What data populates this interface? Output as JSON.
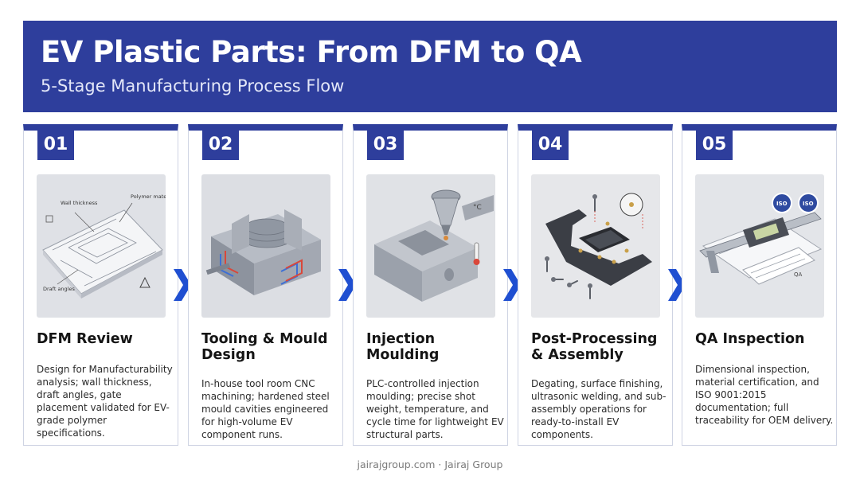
{
  "header": {
    "title": "EV Plastic Parts: From DFM to QA",
    "subtitle": "5-Stage Manufacturing Process Flow"
  },
  "colors": {
    "accent": "#2e3e9c",
    "chevron": "#1f4fd1",
    "card_border": "#cfd4e3"
  },
  "stages": [
    {
      "number": "01",
      "title": "DFM Review",
      "description": "Design for Manufacturability analysis; wall thickness, draft angles, gate placement validated for EV-grade polymer specifications.",
      "illustration": {
        "icon": "technical-drawing-icon",
        "labels": [
          "Wall thickness",
          "Polymer material",
          "Draft angles"
        ]
      }
    },
    {
      "number": "02",
      "title": "Tooling & Mould Design",
      "description": "In-house tool room CNC machining; hardened steel mould cavities engineered for high-volume EV component runs.",
      "illustration": {
        "icon": "mould-block-icon"
      }
    },
    {
      "number": "03",
      "title": "Injection Moulding",
      "description": "PLC-controlled injection moulding; precise shot weight, temperature, and cycle time for lightweight EV structural parts.",
      "illustration": {
        "icon": "injection-nozzle-icon",
        "labels": [
          "°C"
        ]
      }
    },
    {
      "number": "04",
      "title": "Post-Processing & Assembly",
      "description": "Degating, surface finishing, ultrasonic welding, and sub-assembly operations for ready-to-install EV components.",
      "illustration": {
        "icon": "bracket-assembly-icon"
      }
    },
    {
      "number": "05",
      "title": "QA Inspection",
      "description": "Dimensional inspection, material certification, and ISO 9001:2015 documentation; full traceability for OEM delivery.",
      "illustration": {
        "icon": "caliper-inspection-icon",
        "labels": [
          "ISO",
          "ISO",
          "QA"
        ]
      }
    }
  ],
  "footer": {
    "text": "jairajgroup.com · Jairaj Group"
  }
}
